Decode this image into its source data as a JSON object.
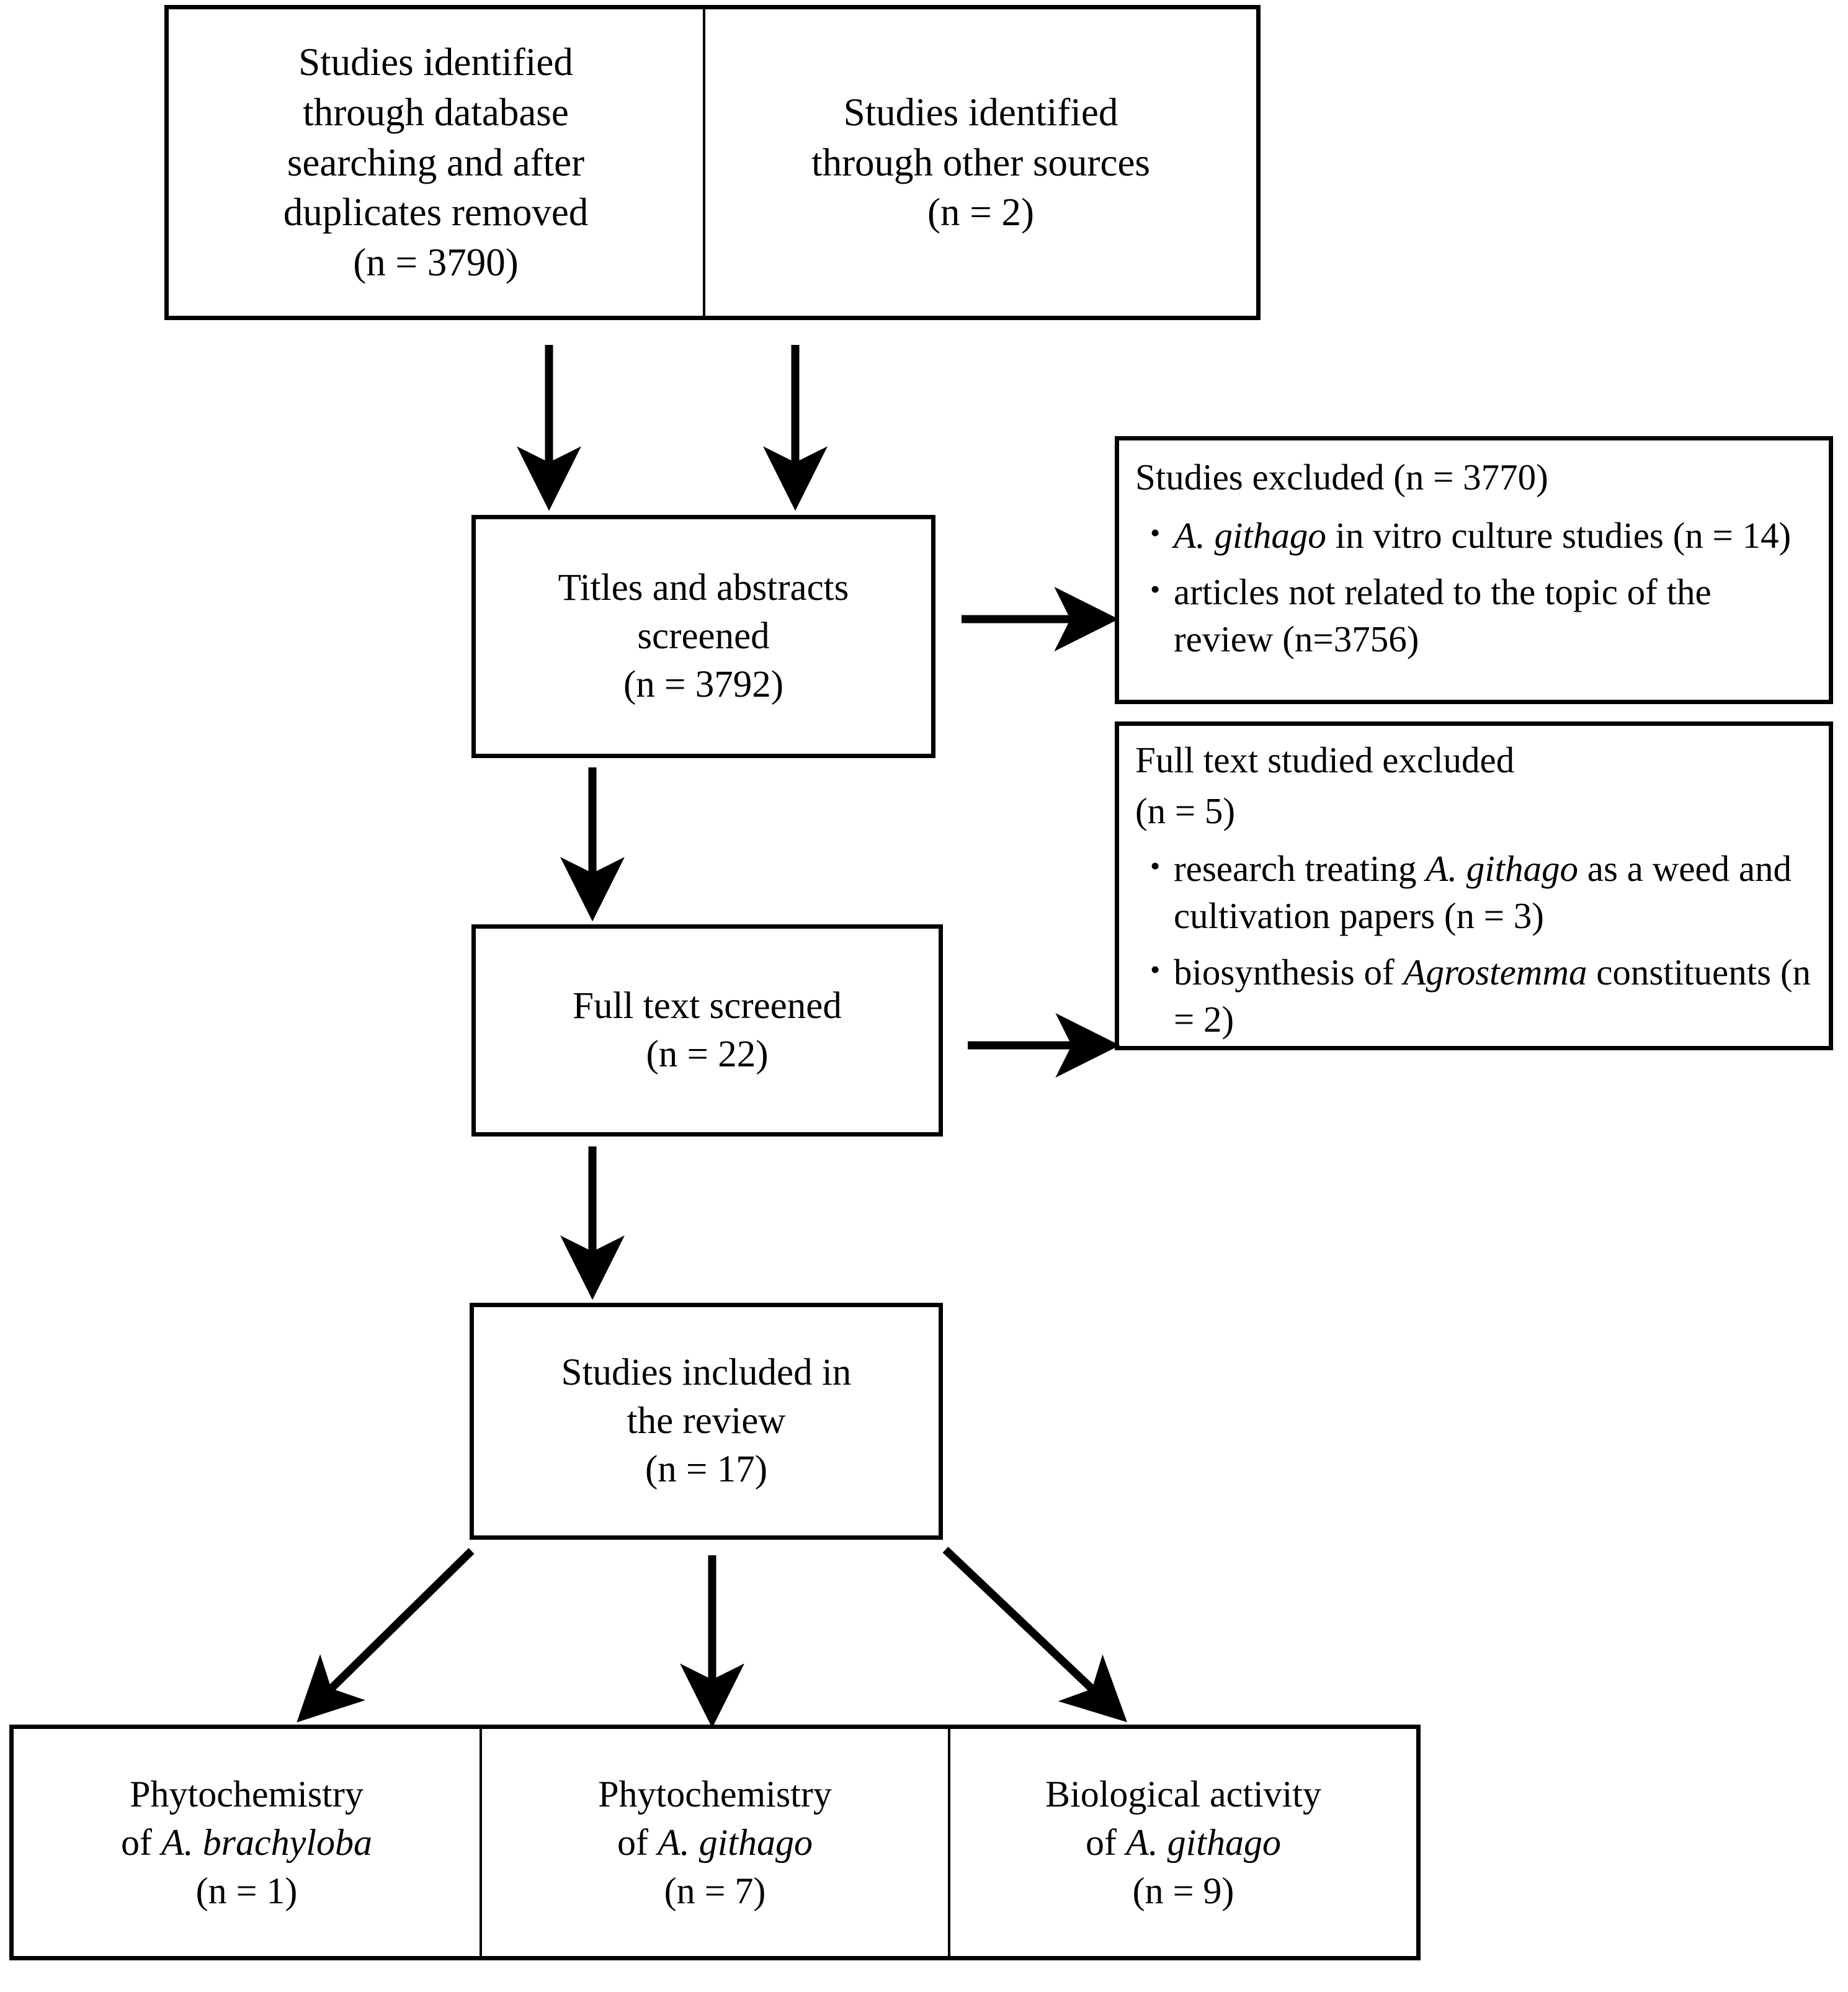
{
  "diagram": {
    "type": "prisma-flow-diagram",
    "title": "",
    "nodes": {
      "identified_database": {
        "lines": [
          "Studies identified",
          "through database",
          "searching and after",
          "duplicates removed",
          "(n = 3790)"
        ],
        "n": 3790
      },
      "identified_other": {
        "lines": [
          "Studies identified",
          "through other sources",
          "(n = 2)"
        ],
        "n": 2
      },
      "titles_screened": {
        "lines": [
          "Titles and abstracts",
          "screened",
          "(n = 3792)"
        ],
        "n": 3792
      },
      "excluded_screening": {
        "header": "Studies excluded (n = 3770)",
        "n": 3770,
        "bullets": [
          {
            "bullet": "•",
            "pre": "",
            "italic": "A. githago",
            "post": " in vitro culture studies (n = 14)",
            "n": 14
          },
          {
            "bullet": "•",
            "pre": "articles not related to the topic of the review (n=3756)",
            "italic": "",
            "post": "",
            "n": 3756
          }
        ]
      },
      "fulltext_screened": {
        "lines": [
          "Full text screened",
          "(n = 22)"
        ],
        "n": 22
      },
      "excluded_fulltext": {
        "header_line1": "Full text studied excluded",
        "header_line2": "(n = 5)",
        "n": 5,
        "bullets": [
          {
            "bullet": "•",
            "pre": "research treating ",
            "italic": "A. githago",
            "post": " as a weed and cultivation papers (n = 3)",
            "n": 3
          },
          {
            "bullet": "•",
            "pre": "biosynthesis of ",
            "italic": "Agrostemma",
            "post": " constituents (n = 2)",
            "n": 2
          }
        ]
      },
      "included": {
        "lines": [
          "Studies included in",
          "the review",
          "(n = 17)"
        ],
        "n": 17
      },
      "outcome_brachyloba": {
        "line1": "Phytochemistry",
        "line2_pre": "of ",
        "line2_italic": "A. brachyloba",
        "line3": "(n = 1)",
        "n": 1
      },
      "outcome_phyto_githago": {
        "line1": "Phytochemistry",
        "line2_pre": "of ",
        "line2_italic": "A. githago",
        "line3": "(n = 7)",
        "n": 7
      },
      "outcome_bio_githago": {
        "line1": "Biological activity",
        "line2_pre": "of ",
        "line2_italic": "A. githago",
        "line3": "(n = 9)",
        "n": 9
      }
    },
    "colors": {
      "stroke": "#000000",
      "background": "#ffffff",
      "text": "#000000"
    }
  }
}
